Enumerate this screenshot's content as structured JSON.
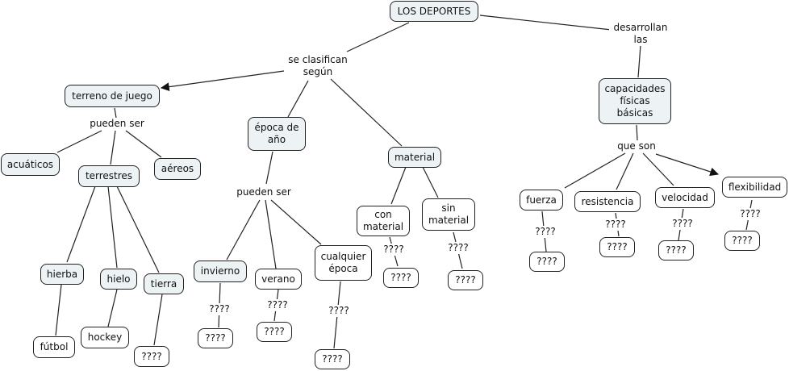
{
  "diagram": {
    "title": "LOS DEPORTES",
    "colors": {
      "concept_fill": "#edf3f5",
      "plain_fill": "#ffffff",
      "line": "#222222"
    },
    "concepts": {
      "root": "LOS DEPORTES",
      "terreno": "terreno de juego",
      "epoca": "época de\naño",
      "material": "material",
      "capacidades": "capacidades\nfísicas\nbásicas",
      "acuaticos": "acuáticos",
      "terrestres": "terrestres",
      "aereos": "aéreos",
      "hierba": "hierba",
      "hielo": "hielo",
      "tierra": "tierra",
      "futbol": "fútbol",
      "hockey": "hockey",
      "tierra_q": "????",
      "invierno": "invierno",
      "verano": "verano",
      "cualquier": "cualquier\népoca",
      "invierno_q": "????",
      "verano_q": "????",
      "cualquier_q": "????",
      "con_material": "con\nmaterial",
      "sin_material": "sin\nmaterial",
      "con_q": "????",
      "sin_q": "????",
      "fuerza": "fuerza",
      "resistencia": "resistencia",
      "velocidad": "velocidad",
      "flexibilidad": "flexibilidad",
      "fuerza_q": "????",
      "resistencia_q": "????",
      "velocidad_q": "????",
      "flexibilidad_q": "????"
    },
    "links": {
      "clasifican": "se clasifican\nsegún",
      "desarrollan": "desarrollan\nlas",
      "pueden_terreno": "pueden ser",
      "pueden_epoca": "pueden ser",
      "que_son": "que son",
      "invierno_l": "????",
      "verano_l": "????",
      "cualquier_l": "????",
      "con_l": "????",
      "sin_l": "????",
      "fuerza_l": "????",
      "resistencia_l": "????",
      "velocidad_l": "????",
      "flexibilidad_l": "????"
    }
  }
}
